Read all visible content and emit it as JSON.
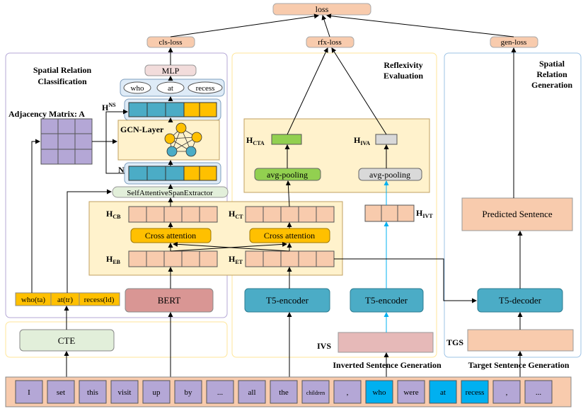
{
  "losses": {
    "loss": "loss",
    "cls": "cls-loss",
    "rfx": "rfx-loss",
    "gen": "gen-loss"
  },
  "sections": {
    "classification": [
      "Spatial Relation",
      "Classification"
    ],
    "reflexivity": [
      "Reflexivity",
      "Evaluation"
    ],
    "generation": [
      "Spatial",
      "Relation",
      "Generation"
    ]
  },
  "mlp": "MLP",
  "role_words": [
    "who",
    "at",
    "recess"
  ],
  "adjacency_label": "Adjacency Matrix: A",
  "gcn_label": "GCN-Layer",
  "labels": {
    "hns_main": "H",
    "hns_sup": "NS",
    "n": "N",
    "hcb_main": "H",
    "hcb_sub": "CB",
    "hct_main": "H",
    "hct_sub": "CT",
    "heb_main": "H",
    "heb_sub": "EB",
    "het_main": "H",
    "het_sub": "ET",
    "hcta_main": "H",
    "hcta_sub": "CTA",
    "hiva_main": "H",
    "hiva_sub": "IVA",
    "hivt_main": "H",
    "hivt_sub": "IVT"
  },
  "span_extractor": "SelfAttentiveSpanExtractor",
  "cross_attention": "Cross attention",
  "avg_pooling": "avg-pooling",
  "predicted_sentence": "Predicted Sentence",
  "tags": [
    "who(ta)",
    "at(tr)",
    "recess(ld)"
  ],
  "bert": "BERT",
  "t5_encoder": "T5-encoder",
  "t5_decoder": "T5-decoder",
  "cte": "CTE",
  "ivs": "IVS",
  "tgs": "TGS",
  "inverted_generation": "Inverted Sentence Generation",
  "target_generation": "Target Sentence Generation",
  "tokens": [
    "I",
    "set",
    "this",
    "visit",
    "up",
    "by",
    "...",
    "all",
    "the",
    "children",
    ",",
    "who",
    "were",
    "at",
    "recess",
    ",",
    "..."
  ],
  "highlight_tokens": [
    11,
    13,
    14
  ],
  "colors": {
    "token": "#b4a7d6",
    "token_highlight": "#00b0f0",
    "peach": "#f8cbad",
    "orange_box": "#fff2cc",
    "orange_border": "#c0a060",
    "yellow": "#ffc000",
    "blue_cell": "#4bacc6",
    "green": "#92d050",
    "grey": "#d9d9d9",
    "bert": "#d99694",
    "t5": "#4bacc6",
    "cte": "#e2efda",
    "ivs": "#e6b9b8",
    "matrix": "#b4a7d6",
    "arrow_cyan": "#00b0f0"
  }
}
